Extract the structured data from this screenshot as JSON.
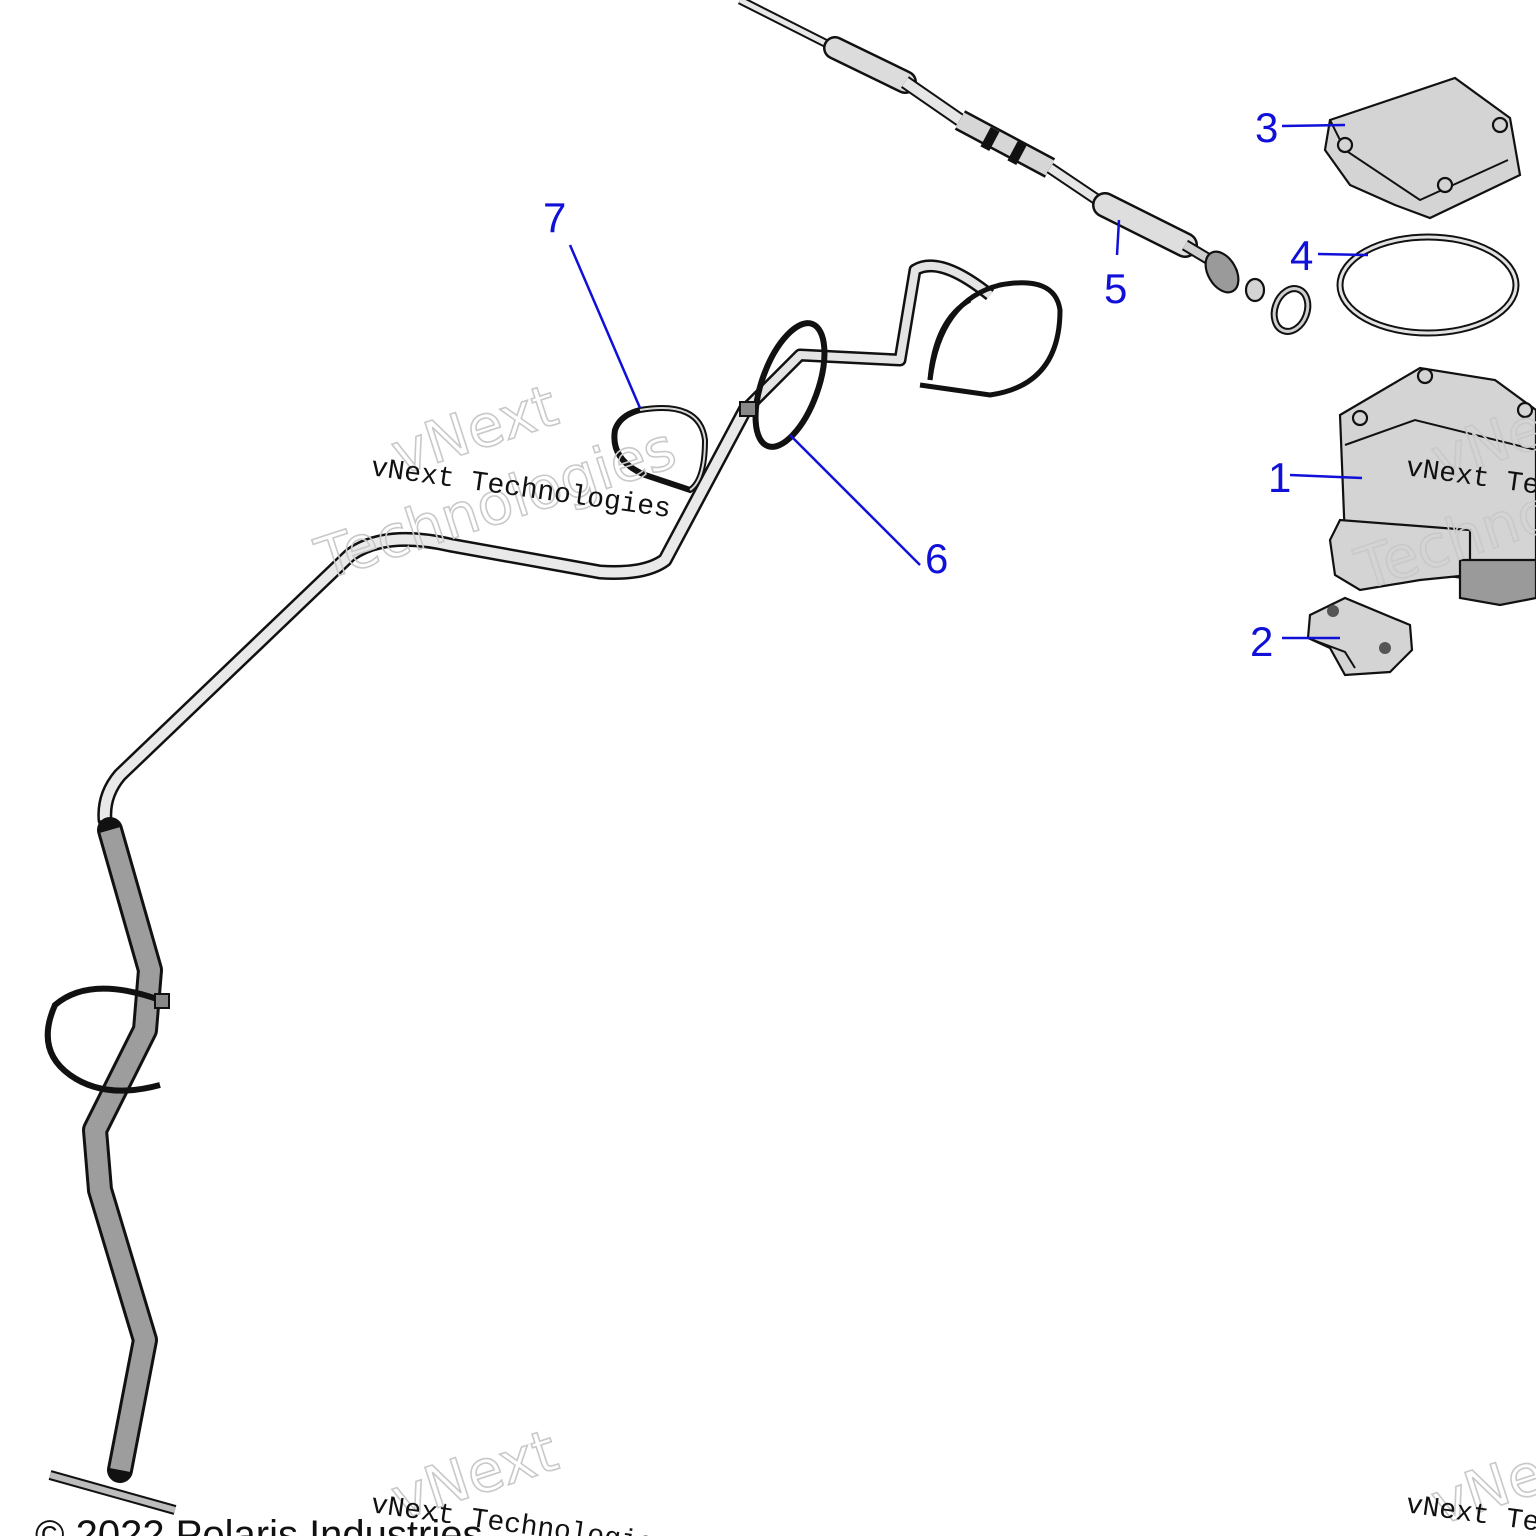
{
  "callouts": [
    {
      "id": "1",
      "label": "1"
    },
    {
      "id": "2",
      "label": "2"
    },
    {
      "id": "3",
      "label": "3"
    },
    {
      "id": "4",
      "label": "4"
    },
    {
      "id": "5",
      "label": "5"
    },
    {
      "id": "6",
      "label": "6"
    },
    {
      "id": "7",
      "label": "7"
    }
  ],
  "watermark": {
    "brand": "vNext",
    "word": "Technologies",
    "line": "vNext Technologies"
  },
  "copyright": "© 2022 Polaris Industries"
}
